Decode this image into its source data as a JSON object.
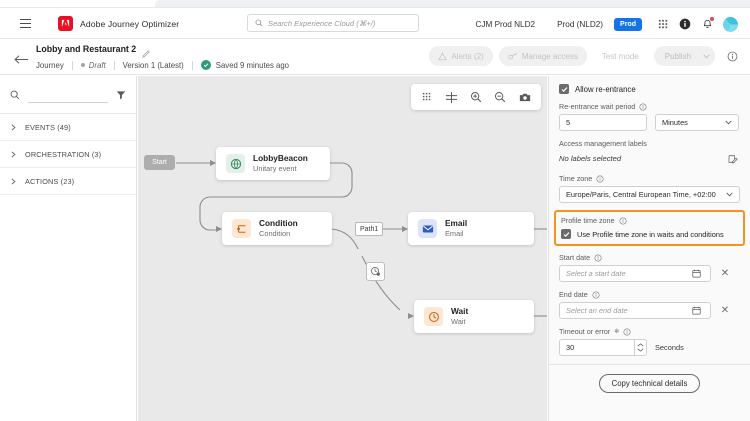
{
  "topnav": {
    "menu_icon": "hamburger-icon",
    "brand": "Adobe Journey Optimizer",
    "search": {
      "placeholder": "Search Experience Cloud (⌘+/)",
      "icon": "search-icon"
    },
    "org": "CJM Prod NLD2",
    "sandbox": "Prod (NLD2)",
    "env_badge": "Prod",
    "apps_icon": "app-grid-icon",
    "help_icon": "help-icon",
    "notifications_icon": "bell-icon",
    "avatar_icon": "user-avatar"
  },
  "pagehead": {
    "back_icon": "back-arrow-icon",
    "title": "Lobby and Restaurant 2",
    "edit_icon": "pencil-icon",
    "type": "Journey",
    "status": "Draft",
    "version": "Version 1 (Latest)",
    "saved": "Saved 9 minutes ago",
    "actions": {
      "alerts": "Alerts (2)",
      "manage_access": "Manage access",
      "test_mode": "Test mode",
      "publish": "Publish",
      "publish_caret": "∨",
      "info_icon": "info-icon"
    }
  },
  "sidebar": {
    "search_icon": "search-icon",
    "filter_icon": "filter-icon",
    "items": [
      {
        "label": "EVENTS (49)",
        "icon": "chevron-right-icon"
      },
      {
        "label": "ORCHESTRATION (3)",
        "icon": "chevron-right-icon"
      },
      {
        "label": "ACTIONS (23)",
        "icon": "chevron-right-icon"
      }
    ]
  },
  "canvas": {
    "toolbar": [
      {
        "name": "grid-icon"
      },
      {
        "name": "center-crosshair-icon"
      },
      {
        "name": "zoom-in-icon"
      },
      {
        "name": "zoom-out-icon"
      },
      {
        "name": "camera-icon"
      }
    ],
    "start_label": "Start",
    "path_label": "Path1",
    "timer_icon": "timer-clock-icon",
    "nodes": [
      {
        "title": "LobbyBeacon",
        "subtitle": "Unitary event",
        "icon": "globe-event-icon",
        "color": "#e3f0e9",
        "glyph": "#3a8f62"
      },
      {
        "title": "Condition",
        "subtitle": "Condition",
        "icon": "condition-branch-icon",
        "color": "#fbe7d3",
        "glyph": "#d4620f"
      },
      {
        "title": "Email",
        "subtitle": "Email",
        "icon": "email-envelope-icon",
        "color": "#dde4f7",
        "glyph": "#2c5bc4"
      },
      {
        "title": "Wait",
        "subtitle": "Wait",
        "icon": "wait-clock-icon",
        "color": "#fbe7d3",
        "glyph": "#d4620f"
      }
    ]
  },
  "panel": {
    "allow_reentrance": {
      "label": "Allow re-entrance",
      "checked": true
    },
    "reentrance_wait": {
      "label": "Re-entrance wait period",
      "info_icon": "info-icon",
      "value": "5",
      "unit": "Minutes",
      "unit_caret": "chevron-down-icon"
    },
    "access_labels": {
      "label": "Access management labels",
      "value": "No labels selected",
      "edit_icon": "edit-labels-icon"
    },
    "time_zone": {
      "label": "Time zone",
      "info_icon": "info-icon",
      "value": "Europe/Paris, Central European Time, +02:00",
      "caret": "chevron-down-icon"
    },
    "profile_time_zone": {
      "label": "Profile time zone",
      "info_icon": "info-icon",
      "checkbox_label": "Use Profile time zone in waits and conditions",
      "checked": true,
      "highlight_color": "#f29423"
    },
    "start_date": {
      "label": "Start date",
      "info_icon": "info-icon",
      "placeholder": "Select a start date",
      "value": "",
      "calendar_icon": "calendar-icon",
      "clear_icon": "close-icon"
    },
    "end_date": {
      "label": "End date",
      "info_icon": "info-icon",
      "placeholder": "Select an end date",
      "value": "",
      "calendar_icon": "calendar-icon",
      "clear_icon": "close-icon"
    },
    "timeout": {
      "label": "Timeout or error",
      "required_mark": "✻",
      "info_icon": "info-icon",
      "value": "30",
      "unit": "Seconds"
    },
    "copy_button": "Copy technical details"
  }
}
